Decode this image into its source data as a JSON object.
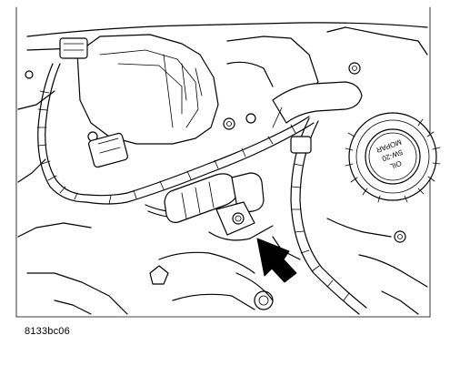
{
  "figure": {
    "id_label": "8133bc06",
    "cap_text_line1": "OIL",
    "cap_text_line2": "5W-20",
    "cap_text_line3": "MOPAR"
  }
}
